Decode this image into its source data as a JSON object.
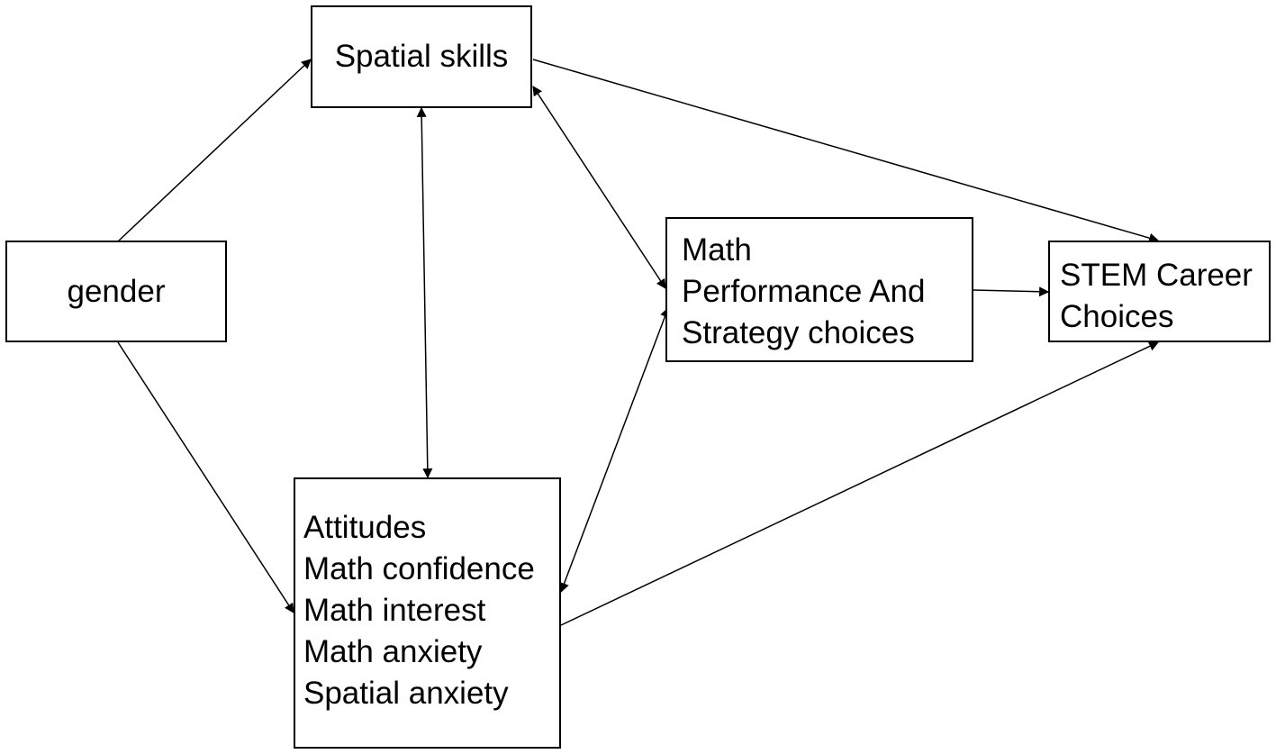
{
  "nodes": {
    "gender": {
      "lines": [
        "gender"
      ]
    },
    "spatial_skills": {
      "lines": [
        "Spatial skills"
      ]
    },
    "math_performance": {
      "lines": [
        "Math",
        "Performance And",
        "Strategy choices"
      ]
    },
    "stem_career": {
      "lines": [
        "STEM Career",
        "Choices"
      ]
    },
    "attitudes": {
      "lines": [
        "Attitudes",
        "Math confidence",
        "Math interest",
        "Math anxiety",
        "Spatial anxiety"
      ]
    }
  },
  "edges": [
    {
      "from": "gender",
      "to": "spatial_skills",
      "direction": "forward"
    },
    {
      "from": "gender",
      "to": "attitudes",
      "direction": "forward"
    },
    {
      "from": "spatial_skills",
      "to": "attitudes",
      "direction": "both"
    },
    {
      "from": "spatial_skills",
      "to": "math_performance",
      "direction": "both"
    },
    {
      "from": "attitudes",
      "to": "math_performance",
      "direction": "both"
    },
    {
      "from": "spatial_skills",
      "to": "stem_career",
      "direction": "forward"
    },
    {
      "from": "math_performance",
      "to": "stem_career",
      "direction": "forward"
    },
    {
      "from": "attitudes",
      "to": "stem_career",
      "direction": "forward"
    }
  ],
  "colors": {
    "stroke": "#000000",
    "background": "#ffffff"
  }
}
